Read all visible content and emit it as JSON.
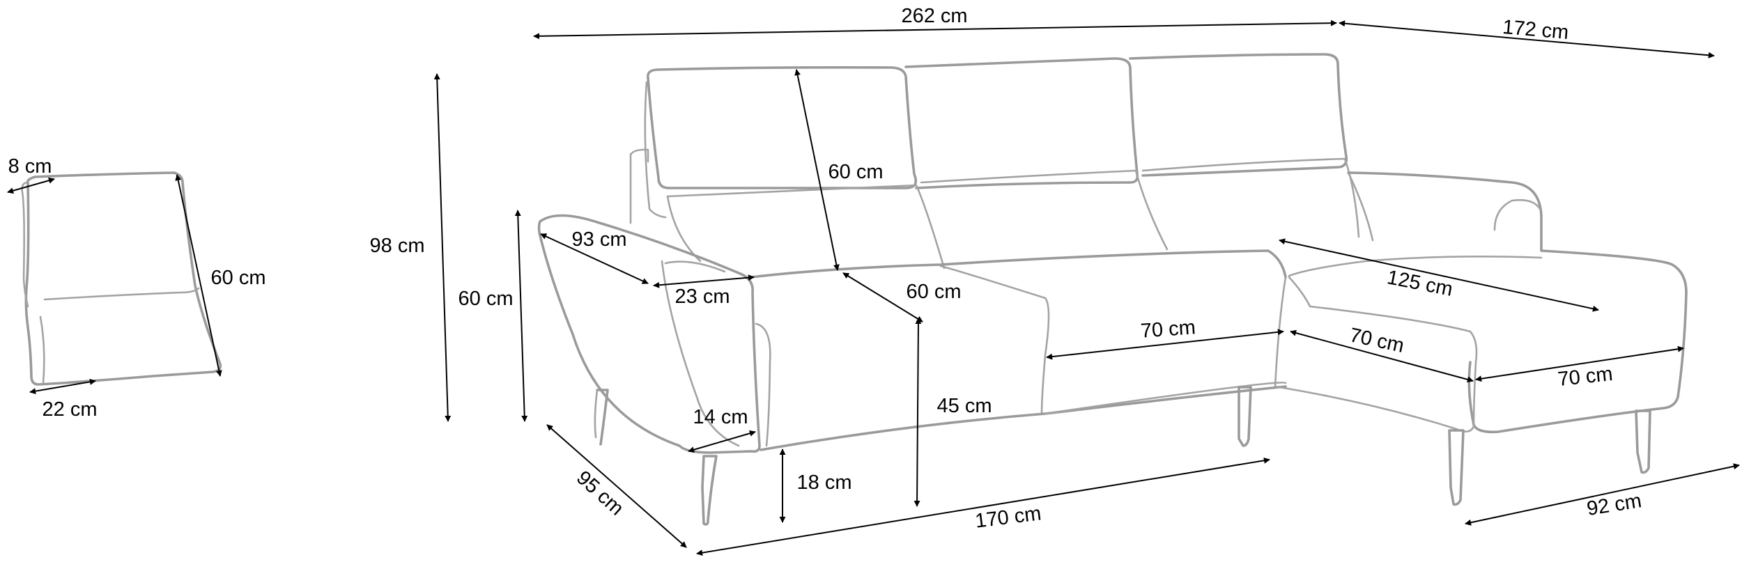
{
  "dimensions": {
    "total_width": "262 cm",
    "chaise_length": "172 cm",
    "total_height": "98 cm",
    "arm_height": "60 cm",
    "cushion_thickness": "8 cm",
    "cushion_height": "60 cm",
    "cushion_base_depth": "22 cm",
    "backrest_height": "60 cm",
    "arm_depth": "93 cm",
    "arm_width": "23 cm",
    "seat_depth": "60 cm",
    "seat_height": "45 cm",
    "arm_inset": "14 cm",
    "leg_height": "18 cm",
    "depth": "95 cm",
    "sofa_length": "170 cm",
    "seat_width": "70 cm",
    "chaise_seat_width": "70 cm",
    "chaise_end_width": "70 cm",
    "chaise_seat_length": "125 cm",
    "chaise_width": "92 cm"
  },
  "colors": {
    "outline": "#9a9a9a",
    "dimension_line": "#000000",
    "background": "#ffffff"
  }
}
